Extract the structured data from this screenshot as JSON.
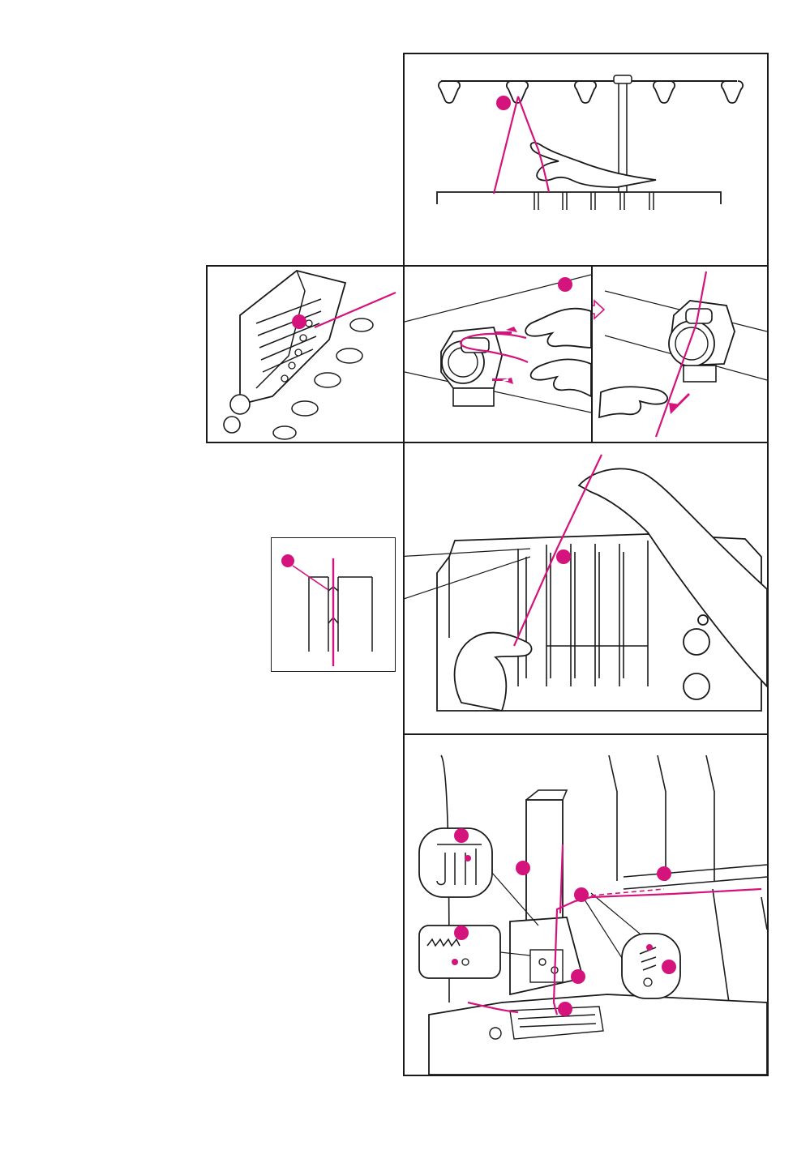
{
  "document": {
    "kind": "serger threading illustration page",
    "panels": [
      {
        "id": "thread-stand",
        "text": ""
      },
      {
        "id": "thread-guide-overview",
        "text": ""
      },
      {
        "id": "tension-disc-insert",
        "text": ""
      },
      {
        "id": "tension-disc-release",
        "text": ""
      },
      {
        "id": "tension-slot-threading",
        "text": ""
      },
      {
        "id": "tension-slot-detail",
        "text": ""
      },
      {
        "id": "needle-area-threading",
        "text": ""
      }
    ]
  },
  "colors": {
    "accent": "#d4137c",
    "ink": "#1a1a1a",
    "background": "#ffffff"
  },
  "icons": [
    "step-marker-dot",
    "hollow-arrow-right-icon",
    "solid-arrow-icon"
  ]
}
